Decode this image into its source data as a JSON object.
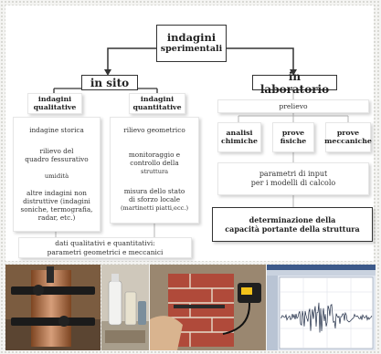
{
  "diagram": {
    "root": [
      "indagini",
      "sperimentali"
    ],
    "in_sito": "in sito",
    "in_laboratorio": "in laboratorio",
    "qualitative_head": [
      "indagini",
      "qualitative"
    ],
    "quantitative_head": [
      "indagini",
      "quantitative"
    ],
    "qualitative_items": [
      "indagine storica",
      "rilievo del",
      "quadro fessurativo",
      "umidità",
      "altre indagini non",
      "distruttive (indagini",
      "soniche, termografia,",
      "radar, etc.)"
    ],
    "quantitative_items": [
      "rilievo geometrico",
      "monitoraggio e",
      "controllo della",
      "struttura",
      "misura dello stato",
      "di sforzo locale",
      "(martinetti piatti,ecc.)"
    ],
    "dati": [
      "dati qualitativi e quantitativi:",
      "parametri geometrici e meccanici"
    ],
    "prelievo": "prelievo",
    "analisi": [
      "analisi",
      "chimiche"
    ],
    "fisiche": [
      "prove",
      "fisiche"
    ],
    "meccaniche": [
      "prove",
      "meccaniche"
    ],
    "parametri": [
      "parametri di input",
      "per i modelli di calcolo"
    ],
    "determinazione": [
      "determinazione della",
      "capacità portante della struttura"
    ]
  },
  "colors": {
    "line": "#333333",
    "soft_line": "#b5b5b5",
    "brick": "#b04a3a",
    "screen": "#d9e1ec"
  }
}
